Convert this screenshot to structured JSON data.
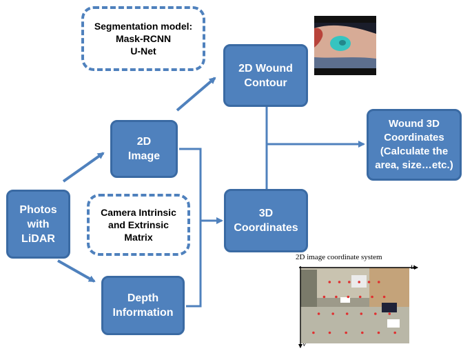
{
  "nodes": {
    "photos": [
      "Photos",
      "with",
      "LiDAR"
    ],
    "image2d": [
      "2D",
      "Image"
    ],
    "depth": [
      "Depth",
      "Information"
    ],
    "contour": [
      "2D Wound",
      "Contour"
    ],
    "coords3d": [
      "3D",
      "Coordinates"
    ],
    "wound3d": [
      "Wound 3D",
      "Coordinates",
      "(Calculate the",
      "area, size…etc.)"
    ]
  },
  "notes": {
    "segmentation": [
      "Segmentation model:",
      "Mask-RCNN",
      "U-Net"
    ],
    "camera": [
      "Camera Intrinsic",
      "and Extrinsic",
      "Matrix"
    ]
  },
  "figure": {
    "caption": "2D image coordinate system",
    "u_label": "u",
    "v_label": "v"
  },
  "colors": {
    "box_fill": "#4f81bd",
    "box_border": "#3a6aa3",
    "arrow": "#4f81bd",
    "wound_mask": "#36c4c0",
    "grid_dot": "#e03030"
  }
}
